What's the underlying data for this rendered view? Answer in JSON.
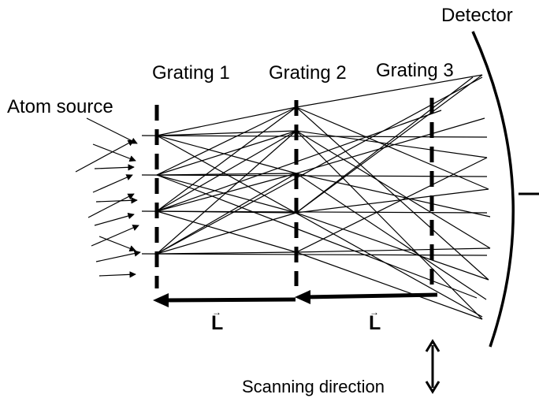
{
  "labels": {
    "detector": "Detector",
    "grating_1": "Grating 1",
    "grating_2": "Grating 2",
    "grating_3": "Grating 3",
    "atom_source": "Atom source",
    "scanning_direction": "Scanning direction",
    "separation_1": "L",
    "separation_2": "L",
    "vector_mark": "→"
  },
  "colors": {
    "line": "#000000",
    "background": "#ffffff"
  }
}
